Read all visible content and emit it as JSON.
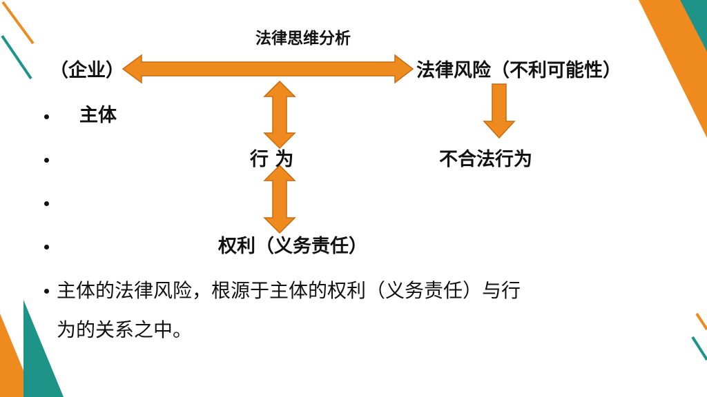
{
  "colors": {
    "orange": "#EF8A1F",
    "teal": "#1E9388",
    "text": "#111111"
  },
  "diagram": {
    "title": "法律思维分析",
    "left_node": "（企业）",
    "right_node": "法律风险（不利可能性）",
    "subject": "主体",
    "behavior": "行 为",
    "illegal_behavior": "不合法行为",
    "rights": "权利（义务责任）"
  },
  "summary": {
    "line1": "主体的法律风险，根源于主体的权利（义务责任）与行",
    "line2": "为的关系之中。"
  }
}
